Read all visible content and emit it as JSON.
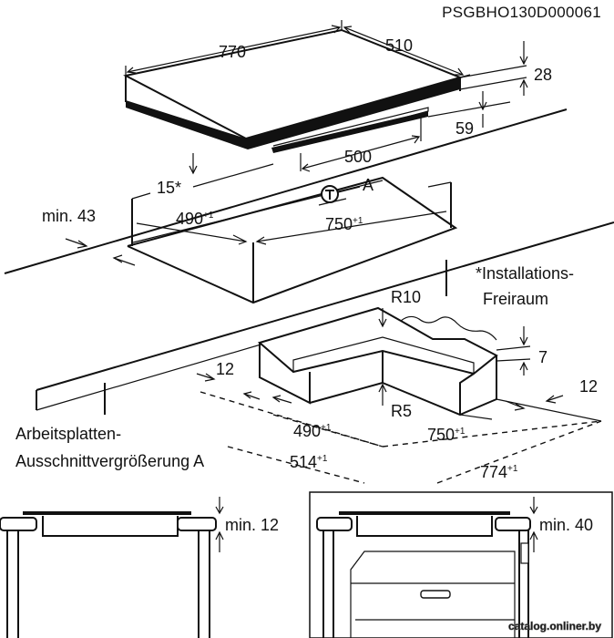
{
  "doc_code": "PSGBHO130D000061",
  "hob": {
    "width": "770",
    "depth": "510",
    "height": "28",
    "bottom_height": "59",
    "bottom_width": "500"
  },
  "cutout": {
    "clearance_mark": "15*",
    "depth": "490",
    "depth_tol": "+1",
    "width": "750",
    "width_tol": "+1",
    "marker": "A",
    "front_distance": "min. 43"
  },
  "note": {
    "line1": "*Installations-",
    "line2": "Freiraum"
  },
  "detail": {
    "radius_outer": "R10",
    "radius_inner": "R5",
    "edge_height": "7",
    "margin_left": "12",
    "margin_right": "12",
    "depth": "490",
    "depth_tol": "+1",
    "width": "750",
    "width_tol": "+1",
    "outer_depth": "514",
    "outer_depth_tol": "+1",
    "outer_width": "774",
    "outer_width_tol": "+1",
    "caption_line1": "Arbeitsplatten-",
    "caption_line2": "Ausschnittvergrößerung A"
  },
  "section_left": {
    "clearance": "min. 12"
  },
  "section_right": {
    "clearance": "min. 40"
  },
  "watermark": "catalog.onliner.by"
}
